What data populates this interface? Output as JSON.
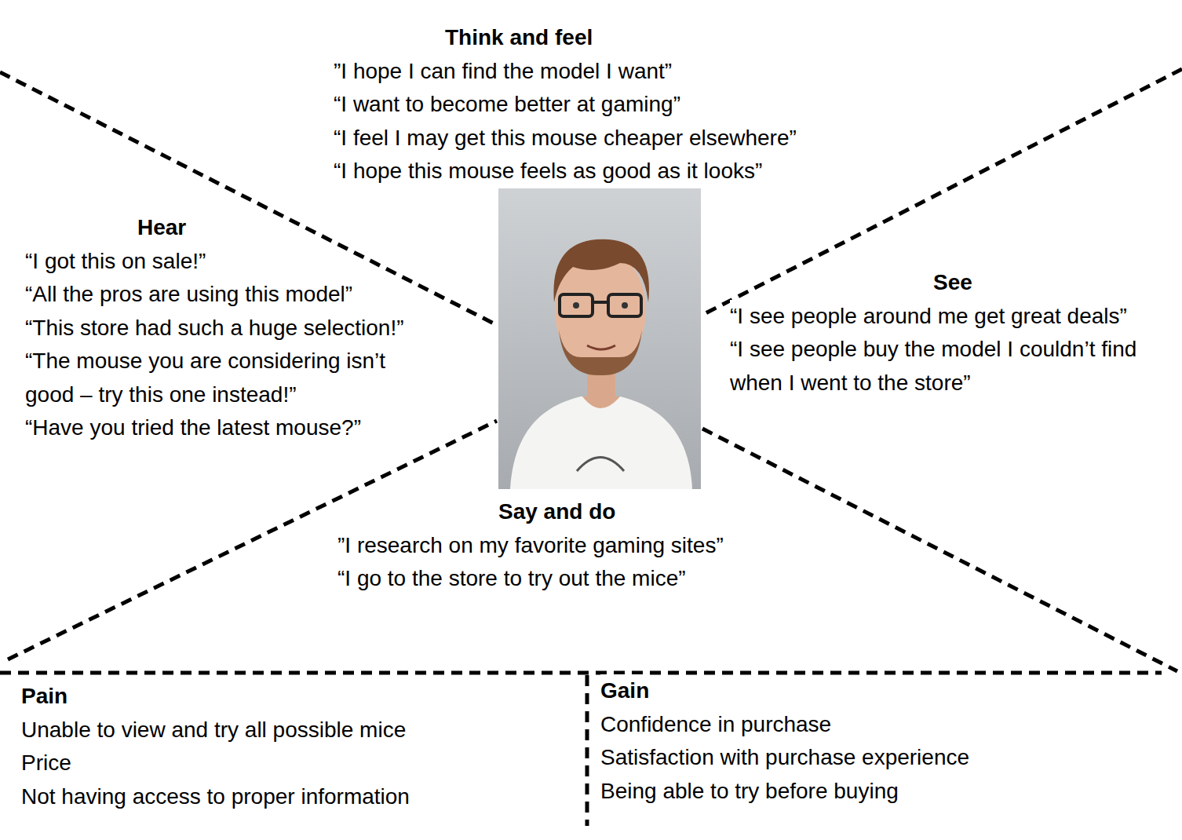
{
  "diagram": {
    "nodes": [
      {
        "text": [
          "Think and feel",
          "”I hope I can find the model I want”",
          "“I want to become better at gaming”",
          "“I feel I may get this mouse cheaper elsewhere”",
          "“I hope this mouse feels as good as it looks”"
        ]
      },
      {
        "text": [
          "Hear",
          "“I got this on sale!”",
          "“All the pros are using this model”",
          "“This store had such a huge selection!”",
          "“The mouse you are considering isn’t good – try this one instead!”",
          "“Have you tried the latest mouse?”"
        ]
      },
      {
        "text": [
          "See",
          "“I see people around me get great deals”",
          "“I see people buy the model I couldn’t find when I went to the store”"
        ]
      },
      {
        "text": [
          "Say and do",
          "”I research on my favorite gaming sites”",
          "“I go to the store to try out the mice”"
        ]
      },
      {
        "text": [
          "Pain",
          "Unable to view and try all possible mice",
          "Price",
          "Not having access to proper information"
        ]
      },
      {
        "text": [
          "Gain",
          "Confidence in purchase",
          "Satisfaction with purchase experience",
          "Being able to try before buying"
        ]
      }
    ]
  }
}
